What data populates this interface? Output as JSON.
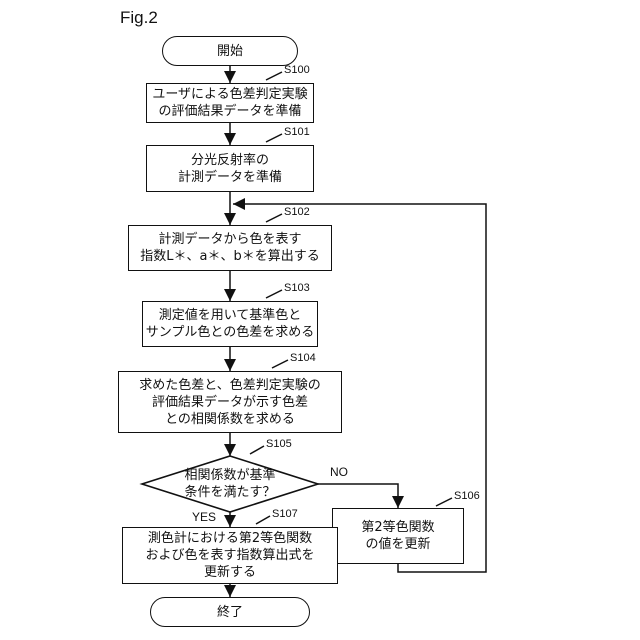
{
  "figure_label": "Fig.2",
  "start": "開始",
  "end": "終了",
  "steps": {
    "s100": {
      "id": "S100",
      "lines": [
        "ユーザによる色差判定実験",
        "の評価結果データを準備"
      ]
    },
    "s101": {
      "id": "S101",
      "lines": [
        "分光反射率の",
        "計測データを準備"
      ]
    },
    "s102": {
      "id": "S102",
      "lines": [
        "計測データから色を表す",
        "指数L＊、a＊、b＊を算出する"
      ]
    },
    "s103": {
      "id": "S103",
      "lines": [
        "測定値を用いて基準色と",
        "サンプル色との色差を求める"
      ]
    },
    "s104": {
      "id": "S104",
      "lines": [
        "求めた色差と、色差判定実験の",
        "評価結果データが示す色差",
        "との相関係数を求める"
      ]
    },
    "s105": {
      "id": "S105",
      "lines": [
        "相関係数が基準",
        "条件を満たす？"
      ]
    },
    "s106": {
      "id": "S106",
      "lines": [
        "第2等色関数",
        "の値を更新"
      ]
    },
    "s107": {
      "id": "S107",
      "lines": [
        "測色計における第2等色関数",
        "および色を表す指数算出式を",
        "更新する"
      ]
    }
  },
  "branches": {
    "no": "NO",
    "yes": "YES"
  }
}
